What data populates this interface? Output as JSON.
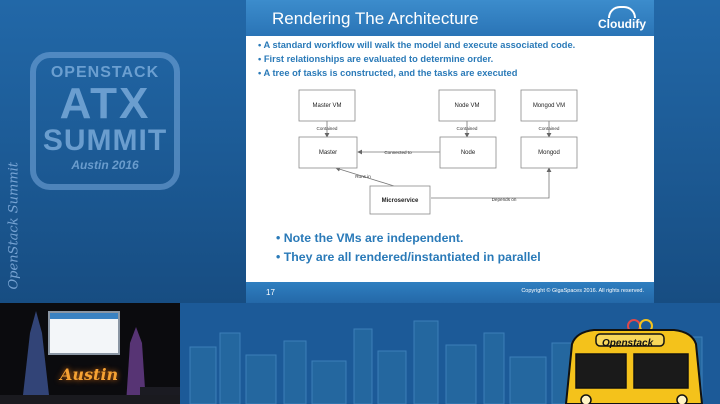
{
  "event": {
    "badge": {
      "line1": "OPENSTACK",
      "line2": "ATX",
      "line3": "SUMMIT",
      "line4": "Austin 2016"
    },
    "vertical_text": "OpenStack Summit",
    "stage_sign": "Austin",
    "bus_sign": "Openstack"
  },
  "slide": {
    "title": "Rendering The Architecture",
    "logo_text": "Cloudify",
    "bullets": [
      "A standard workflow will walk the model and execute associated code.",
      "First relationships are evaluated to determine order.",
      "A tree of tasks is constructed, and the tasks are executed"
    ],
    "diagram": {
      "nodes": {
        "master_vm": "Master VM",
        "node_vm": "Node VM",
        "mongod_vm": "Mongod VM",
        "master": "Master",
        "node": "Node",
        "mongod": "Mongod",
        "microservice": "Microservice"
      },
      "edges": {
        "contained_1": "Contained",
        "contained_2": "Contained",
        "contained_3": "Contained",
        "connected_to": "Connected to",
        "runs_in": "Runs in",
        "depends_on": "Depends on"
      }
    },
    "notes": [
      "Note the VMs are independent.",
      "They are all rendered/instantiated in parallel"
    ],
    "page_number": "17",
    "copyright": "Copyright © GigaSpaces 2016. All rights reserved."
  },
  "colors": {
    "slide_accent": "#2a7ab8",
    "background_blue": "#1d5e9a",
    "bus_yellow": "#f4c21b",
    "stage_sign": "#f6a233"
  }
}
